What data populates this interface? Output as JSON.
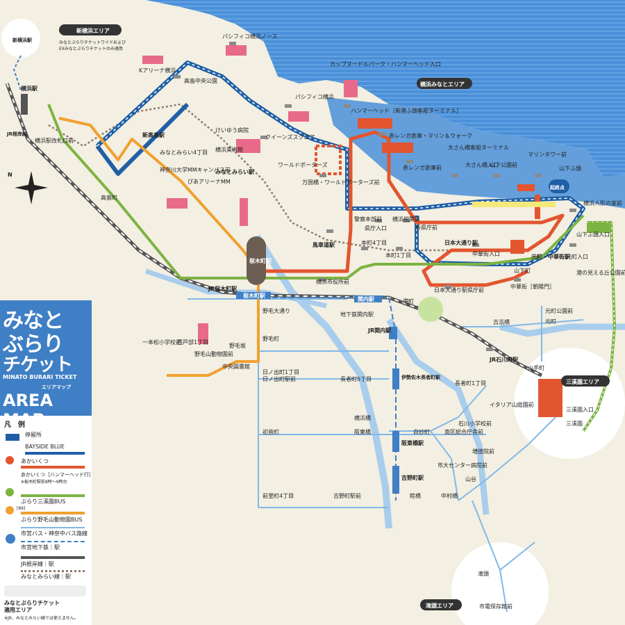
{
  "colors": {
    "land": "#f3efe2",
    "sea": "#4a90d9",
    "sea_light": "#a9cdec",
    "blue_line": "#1f5fa6",
    "red_line": "#e2552f",
    "green_line": "#7cb342",
    "orange_line": "#f0a030",
    "gray_line": "#8d7b6e",
    "title_bg": "#3f7fc5"
  },
  "title": {
    "line1": "みなと",
    "line2": "ぶらり",
    "line3": "チケット",
    "english": "MINATO BURARI TICKET",
    "area_small": "エリアマップ",
    "area_big": "AREA MAP"
  },
  "areas": {
    "shin_yokohama": {
      "name": "新横浜エリア",
      "note1": "みなとぶらりチケットワイドおよび",
      "note2": "EXみなとぶらりチケットのみ適用",
      "station": "新横浜駅"
    },
    "minato": "横浜みなとエリア",
    "sankeien": "三溪園エリア",
    "takigashira": "滝頭エリア",
    "minatomirai": "みなとみらい駅"
  },
  "legend": {
    "heading": "凡　例",
    "stop": "停留所",
    "bayside": "BAYSIDE BLUE",
    "akaikutsu": "あかいくつ",
    "akaikutsu_hammer": "あかいくつ［ハンマーヘッド行］",
    "akaikutsu_note": "※桜木町駅前8時〜9時台",
    "sankeien_bus": "ぶらり三溪園BUS",
    "nogeyama_num": "[89]",
    "nogeyama_bus": "ぶらり野毛山動物園BUS",
    "city_bus": "市営バス・神奈中バス路線",
    "subway": "市営地下鉄｜駅",
    "jr": "JR根岸線｜駅",
    "mm_line": "みなとみらい線｜駅",
    "applicable": "みなとぶらりチケット",
    "applicable2": "適用エリア",
    "applicable_note": "※JR、みなとみらい線では使えません。"
  },
  "station_labels": [
    "横浜駅",
    "JR根岸線",
    "新高島駅",
    "みなとみらい駅",
    "桜木町駅",
    "JR桜木町駅",
    "関内駅",
    "JR関内駅",
    "馬車道駅",
    "日本大通り駅",
    "元町・中華街駅",
    "伊勢佐木長者町駅",
    "阪東橋駅",
    "吉野町駅",
    "JR石川町駅"
  ],
  "stops": [
    "横浜駅改札口前",
    "高島町",
    "高島中央公園",
    "パシフィコ横浜ノース",
    "Kアリーナ横浜",
    "パシフィコ横浜",
    "カップヌードルパーク・ハンマーヘッド入口",
    "ハンマーヘッド［新港ふ頭客船ターミナル］",
    "赤レンガ倉庫・マリン＆ウォーク",
    "赤レンガ倉庫前",
    "大さん橋客船ターミナル",
    "大さん橋入口",
    "山下公園前",
    "マリンタワー前",
    "山下ふ頭",
    "横浜人形の家前",
    "けいゆう病院",
    "クイーンズスクエア",
    "横浜美術館",
    "ワールドポーターズ",
    "万国橋・ワールドポーターズ前",
    "みなとみらい4丁目",
    "神奈川大学MMキャンパス前",
    "ぴあアリーナMM",
    "警察本部前",
    "県庁入口",
    "横浜税関前",
    "新県庁前",
    "本町4丁目",
    "本町1丁目",
    "中華街入口",
    "山下町",
    "港の見える丘公園前",
    "山下ふ頭入口",
    "元町入口",
    "日本大通り駅県庁前",
    "中華街［朝陽門］",
    "横浜市役所前",
    "港町",
    "地下鉄関内駅",
    "元町公園前",
    "元町",
    "吉浜橋",
    "野毛大通り",
    "野毛町",
    "野毛坂",
    "中央図書館",
    "一本松小学校前",
    "西戸部1丁目",
    "野毛山動物園前",
    "日ノ出町1丁目",
    "日ノ出町駅前",
    "長者町5丁目",
    "長者町1丁目",
    "横浜橋",
    "阪東橋",
    "白妙町",
    "南区総合庁舎前",
    "初音町",
    "前里町4丁目",
    "吉野町駅前",
    "市大センター病院前",
    "睦橋",
    "中村橋",
    "山谷",
    "増徳院前",
    "石川小学校前",
    "イタリア山庭園前",
    "山手町",
    "三溪園入口",
    "三溪園",
    "滝頭",
    "市電保存館前"
  ],
  "start_point": "起終点",
  "compass": "N"
}
